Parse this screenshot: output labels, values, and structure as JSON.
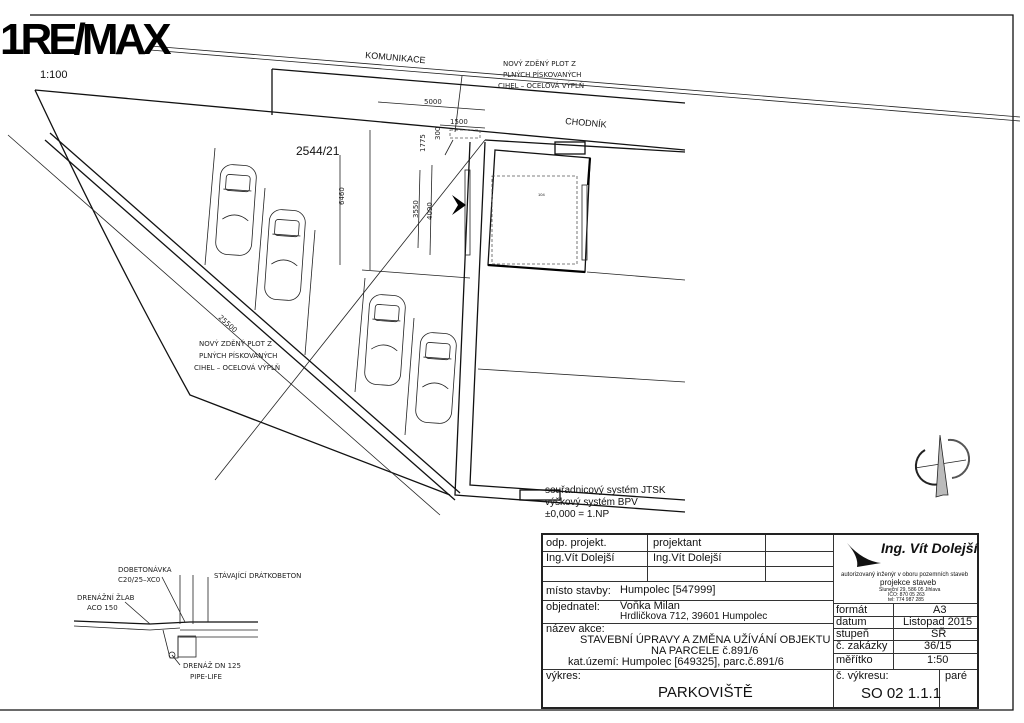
{
  "drawing": {
    "watermark_logo": "RE/MAX",
    "sheet_number_fragment": "1",
    "title_fragment": "PARKOVIŠTĚ",
    "scale": "1:100",
    "labels": {
      "road": "KOMUNIKACE",
      "sidewalk": "CHODNÍK",
      "parcel": "2544/21",
      "room": "104"
    },
    "fence_note_top": [
      "NOVÝ ZDĚNÝ PLOT Z",
      "PLNÝCH PÍSKOVANÝCH",
      "CIHEL – OCELOVÁ VÝPLŇ"
    ],
    "fence_note_left": [
      "NOVÝ ZDĚNÝ PLOT Z",
      "PLNÝCH PÍSKOVANÝCH",
      "CIHEL – OCELOVÁ VÝPLŇ"
    ],
    "dimensions": {
      "d5000": "5000",
      "d1500": "1500",
      "d300": "300",
      "d1775": "1775",
      "d6460": "6460",
      "d3550": "3550",
      "d4090": "4090",
      "d25500": "25500"
    },
    "coordinates_note": [
      "souřadnicový systém JTSK",
      "výškový systém BPV",
      "±0,000 = 1.NP"
    ],
    "detail": {
      "dobetonavka": [
        "DOBETONÁVKA",
        "C20/25–XC0"
      ],
      "stavajici": "STÁVAJÍCÍ DRÁTKOBETON",
      "zlab": [
        "DRENÁŽNÍ ŽLAB",
        "ACO 150"
      ],
      "drenaz": [
        "DRENÁŽ DN 125",
        "PIPE-LIFE"
      ]
    }
  },
  "title_block": {
    "odp_projekt_label": "odp. projekt.",
    "odp_projekt": "Ing.Vít Dolejší",
    "projektant_label": "projektant",
    "projektant": "Ing.Vít Dolejší",
    "misto_label": "místo stavby:",
    "misto": "Humpolec [547999]",
    "objednatel_label": "objednatel:",
    "objednatel": "Voňka Milan",
    "objednatel_adresa": "Hrdličkova 712, 39601 Humpolec",
    "nazev_label": "název akce:",
    "nazev_1": "STAVEBNÍ ÚPRAVY A ZMĚNA UŽÍVÁNÍ OBJEKTU",
    "nazev_2": "NA PARCELE č.891/6",
    "nazev_3": "kat.území: Humpolec [649325], parc.č.891/6",
    "vykres_label": "výkres:",
    "vykres": "PARKOVIŠTĚ",
    "firm": {
      "name": "Ing. Vít Dolejší",
      "line1": "autorizovaný inženýr v oboru pozemních staveb",
      "line2": "projekce staveb",
      "line3": "Sluneční 29, 586 05 Jihlava",
      "line4": "IČO: 870 05 263",
      "line5": "tel: 774 987 285"
    },
    "rows": [
      {
        "label": "formát",
        "value": "A3"
      },
      {
        "label": "datum",
        "value": "Listopad 2015"
      },
      {
        "label": "stupeň",
        "value": "SŘ"
      },
      {
        "label": "č. zakázky",
        "value": "36/15"
      },
      {
        "label": "měřítko",
        "value": "1:50"
      }
    ],
    "cislo_label": "č. výkresu:",
    "cislo": "SO 02 1.1.1",
    "pare_label": "paré"
  }
}
